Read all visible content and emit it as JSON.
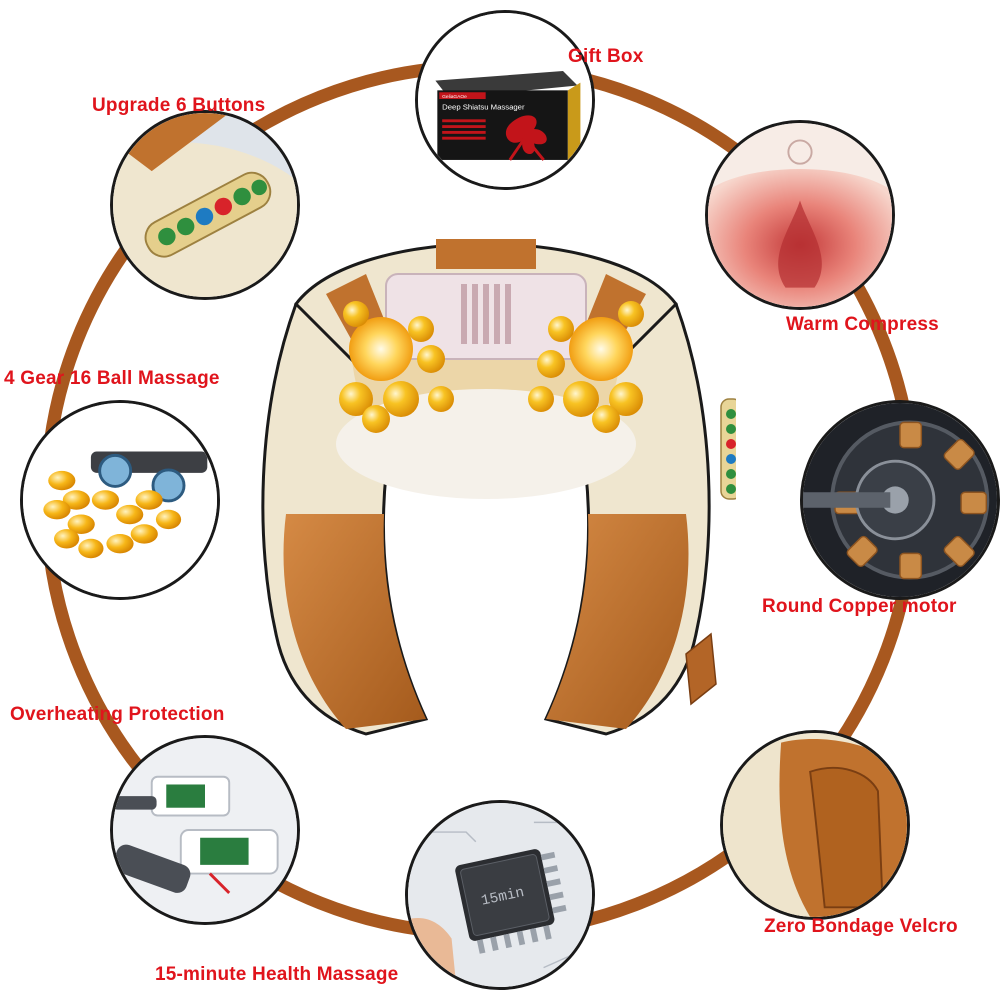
{
  "features": {
    "gift_box": "Gift Box",
    "upgrade_buttons": "Upgrade 6 Buttons",
    "warm_compress": "Warm Compress",
    "ball_massage": "4 Gear 16 Ball Massage",
    "copper_motor": "Round Copper motor",
    "overheating": "Overheating Protection",
    "velcro": "Zero Bondage Velcro",
    "health_massage": "15-minute Health Massage"
  },
  "box": {
    "brand": "GeliaGAOe",
    "title": "Deep Shiatsu Massager"
  },
  "chip": {
    "label": "15min"
  },
  "colors": {
    "ring": "#a8581f",
    "label_text": "#e0141c",
    "leather": "#c0722e",
    "cream": "#efe6cf",
    "massage_ball": "#f6b20e"
  },
  "icons": [
    "gift-box-icon",
    "control-panel-icon",
    "heat-icon",
    "massage-ball-icon",
    "copper-motor-icon",
    "circuit-board-icon",
    "velcro-icon",
    "chip-icon"
  ]
}
